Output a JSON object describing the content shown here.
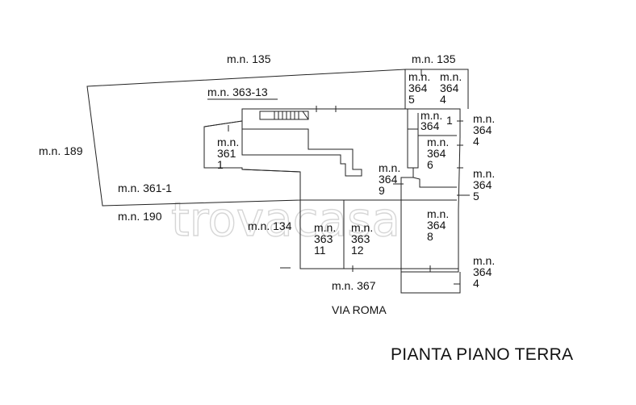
{
  "labels": {
    "mn135_top": "m.n. 135",
    "mn135_right": "m.n. 135",
    "mn364_5_l1": "m.n.",
    "mn364_5_l2": "364",
    "mn364_5_l3": "5",
    "mn364_4a_l1": "m.n.",
    "mn364_4a_l2": "364",
    "mn364_4a_l3": "4",
    "mn363_13": "m.n. 363-13",
    "mn364_1_l1": "m.n.",
    "mn364_1_l2": "364",
    "mn364_1_l3": "1",
    "mn364_4b_l1": "m.n.",
    "mn364_4b_l2": "364",
    "mn364_4b_l3": "4",
    "mn189": "m.n. 189",
    "mn361_1_l1": "m.n.",
    "mn361_1_l2": "361",
    "mn361_1_l3": "1",
    "mn364_6_l1": "m.n.",
    "mn364_6_l2": "364",
    "mn364_6_l3": "6",
    "mn364_9_l1": "m.n.",
    "mn364_9_l2": "364",
    "mn364_9_l3": "9",
    "mn364_5b_l1": "m.n.",
    "mn364_5b_l2": "364",
    "mn364_5b_l3": "5",
    "mn361_1": "m.n. 361-1",
    "mn190": "m.n. 190",
    "mn134": "m.n. 134",
    "mn363_11_l1": "m.n.",
    "mn363_11_l2": "363",
    "mn363_11_l3": "11",
    "mn363_12_l1": "m.n.",
    "mn363_12_l2": "363",
    "mn363_12_l3": "12",
    "mn364_8_l1": "m.n.",
    "mn364_8_l2": "364",
    "mn364_8_l3": "8",
    "mn364_4c_l1": "m.n.",
    "mn364_4c_l2": "364",
    "mn364_4c_l3": "4",
    "mn367": "m.n. 367",
    "via_roma": "VIA ROMA"
  },
  "title": "PIANTA PIANO TERRA",
  "watermark": "trovacasa",
  "colors": {
    "line": "#222222",
    "text": "#111111",
    "watermark": "#d6d6d6"
  }
}
